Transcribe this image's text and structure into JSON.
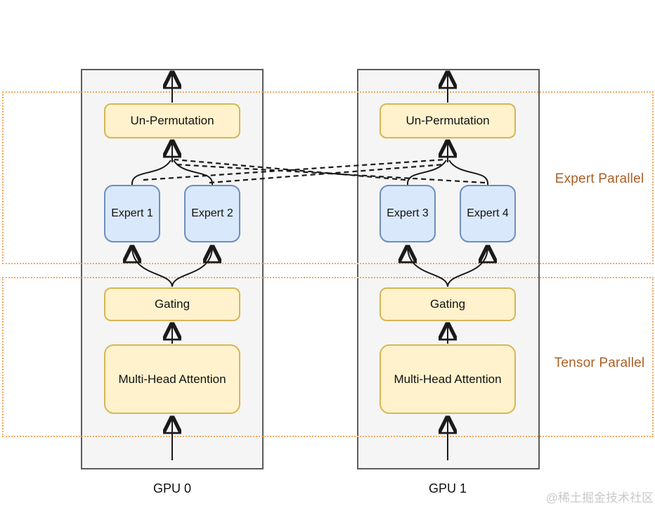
{
  "diagram": {
    "regions": [
      {
        "label": "Expert Parallel"
      },
      {
        "label": "Tensor Parallel"
      }
    ],
    "gpus": [
      {
        "label": "GPU 0",
        "un_permutation": "Un-Permutation",
        "experts": [
          "Expert 1",
          "Expert 2"
        ],
        "gating": "Gating",
        "attention": "Multi-Head Attention"
      },
      {
        "label": "GPU 1",
        "un_permutation": "Un-Permutation",
        "experts": [
          "Expert 3",
          "Expert 4"
        ],
        "gating": "Gating",
        "attention": "Multi-Head Attention"
      }
    ]
  },
  "watermark": "@稀土掘金技术社区",
  "colors": {
    "region_border": "#f2a963",
    "region_label": "#ab5f26",
    "gpu_fill": "#f5f5f5",
    "gpu_border": "#5c5c5c",
    "yellow_fill": "#fff2cc",
    "yellow_border": "#d6b656",
    "blue_fill": "#dae8fc",
    "blue_border": "#6c8ebf",
    "arrow": "#1a1a1a",
    "watermark_color": "#c9c9c9"
  }
}
